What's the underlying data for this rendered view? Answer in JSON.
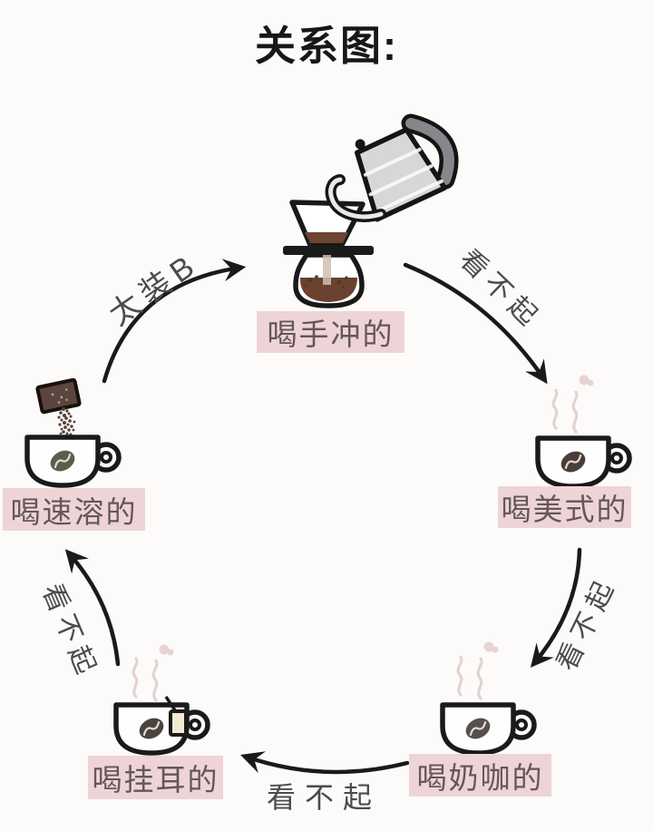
{
  "title": "关系图:",
  "nodes": [
    {
      "id": "pourover",
      "label": "喝手冲的",
      "icon": "pourover-kettle-dripper-icon"
    },
    {
      "id": "americano",
      "label": "喝美式的",
      "icon": "coffee-cup-steam-icon"
    },
    {
      "id": "milk-coffee",
      "label": "喝奶咖的",
      "icon": "coffee-cup-steam-icon"
    },
    {
      "id": "drip-bag",
      "label": "喝挂耳的",
      "icon": "coffee-cup-dripbag-icon"
    },
    {
      "id": "instant",
      "label": "喝速溶的",
      "icon": "coffee-cup-instant-packet-icon"
    }
  ],
  "edges": [
    {
      "from": "pourover",
      "to": "americano",
      "label": "看不起"
    },
    {
      "from": "americano",
      "to": "milk-coffee",
      "label": "看不起"
    },
    {
      "from": "milk-coffee",
      "to": "drip-bag",
      "label": "看不起"
    },
    {
      "from": "drip-bag",
      "to": "instant",
      "label": "看不起"
    },
    {
      "from": "instant",
      "to": "pourover",
      "label": "太装B"
    }
  ],
  "colors": {
    "background": "#fcfbf9",
    "title_text": "#171717",
    "label_bg": "#eed4d7",
    "label_text": "#63575a",
    "edge_label_text": "#4b4b4b",
    "arrow": "#1a1a1a",
    "coffee": "#6e4433",
    "kettle_body": "#d7d7da",
    "kettle_handle": "#87878b",
    "bean": "#4a3e39",
    "instant_bean": "#5a5e49",
    "steam": "#e3d2d4",
    "packet": "#5c453e",
    "tag_paper": "#f1e9d2",
    "water": "#b9d6d2"
  }
}
